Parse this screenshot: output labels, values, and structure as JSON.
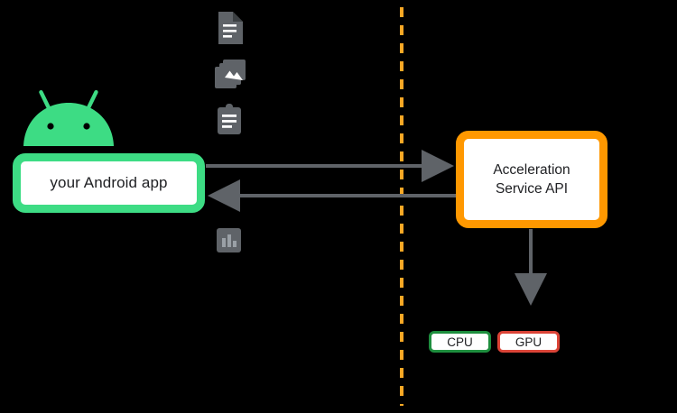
{
  "diagram": {
    "title": "Acceleration Service architecture",
    "divider": {
      "name": "device-boundary",
      "color": "#F9A825",
      "style": "dashed-vertical"
    },
    "client": {
      "logo_name": "android-robot-logo",
      "logo_color": "#3DDC84",
      "box_label": "your Android app",
      "box_border_color": "#3DDC84"
    },
    "service": {
      "box_label_line1": "Acceleration",
      "box_label_line2": "Service API",
      "box_border_color": "#FF9800"
    },
    "processors": [
      {
        "label": "CPU",
        "color": "#1E8E3E"
      },
      {
        "label": "GPU",
        "color": "#DB4437"
      }
    ],
    "data_icons": [
      {
        "name": "document-icon",
        "label": "document"
      },
      {
        "name": "photo-library-icon",
        "label": "images"
      },
      {
        "name": "clipboard-icon",
        "label": "clipboard"
      },
      {
        "name": "bar-chart-icon",
        "label": "chart"
      }
    ],
    "connections": [
      {
        "name": "request-arrow",
        "from": "your Android app",
        "to": "Acceleration Service API",
        "direction": "right"
      },
      {
        "name": "response-arrow",
        "from": "Acceleration Service API",
        "to": "your Android app",
        "direction": "left"
      },
      {
        "name": "dispatch-arrow",
        "from": "Acceleration Service API",
        "to": "CPU / GPU",
        "direction": "down"
      }
    ],
    "arrow_color": "#5F6368"
  }
}
